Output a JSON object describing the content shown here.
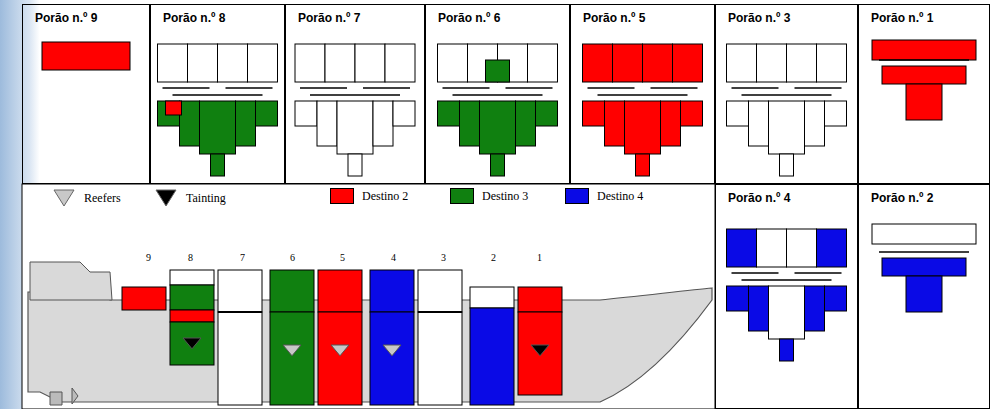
{
  "diagram": {
    "nodes": [
      {
        "text": [
          "Porão n.º 9"
        ]
      },
      {
        "text": [
          "Porão n.º 8"
        ]
      },
      {
        "text": [
          "Porão n.º 7"
        ]
      },
      {
        "text": [
          "Porão n.º 6"
        ]
      },
      {
        "text": [
          "Porão n.º 5"
        ]
      },
      {
        "text": [
          "Porão n.º 3"
        ]
      },
      {
        "text": [
          "Porão n.º 1"
        ]
      },
      {
        "text": [
          "Porão n.º 4"
        ]
      },
      {
        "text": [
          "Porão n.º 2"
        ]
      }
    ],
    "labels": [
      "9",
      "8",
      "7",
      "6",
      "5",
      "4",
      "3",
      "2",
      "1"
    ],
    "legend": [
      {
        "text": "Reefers"
      },
      {
        "text": "Tainting"
      },
      {
        "text": "Destino 2",
        "color": "#ff0000"
      },
      {
        "text": "Destino 3",
        "color": "#108010"
      },
      {
        "text": "Destino 4",
        "color": "#0a0ae6"
      }
    ]
  }
}
